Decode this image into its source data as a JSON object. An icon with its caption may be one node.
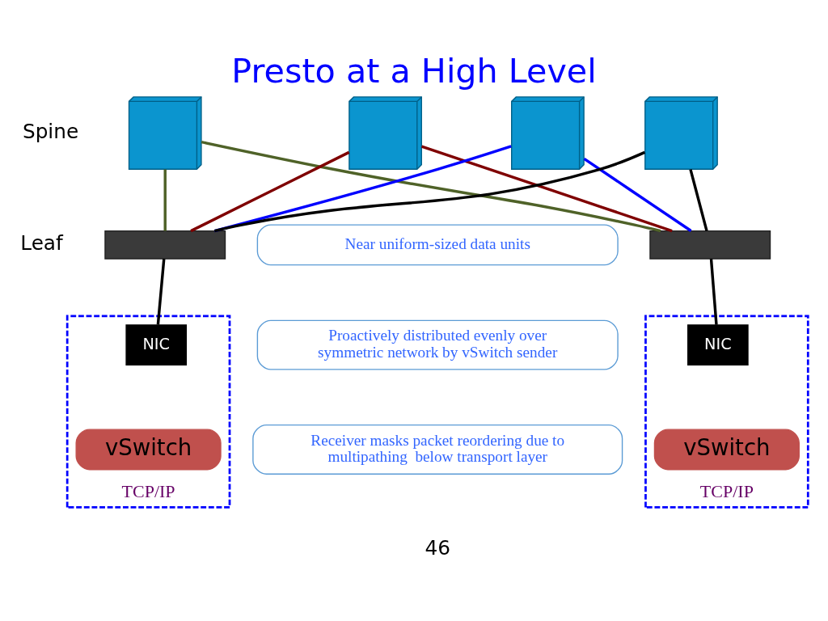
{
  "diagram": {
    "title": "Presto at a High Level",
    "nodes": [
      {
        "text": [],
        "shape": "picture"
      },
      {
        "text": [],
        "shape": "picture"
      },
      {
        "text": [],
        "shape": "picture"
      },
      {
        "text": [],
        "shape": "picture"
      },
      {
        "text": [],
        "shape": "box"
      },
      {
        "text": [
          "Near uniform-sized data units"
        ]
      },
      {
        "text": [],
        "shape": "box"
      },
      {
        "text": [
          "TCP/IP"
        ]
      },
      {
        "text": [
          "NIC"
        ],
        "in": 7
      },
      {
        "text": [
          "vSwitch"
        ],
        "in": 7
      },
      {
        "text": [
          "Proactively distributed evenly over symmetric network by vSwitch sender"
        ]
      },
      {
        "text": [
          "TCP/IP"
        ]
      },
      {
        "text": [
          "NIC"
        ],
        "in": 11
      },
      {
        "text": [
          "vSwitch"
        ],
        "in": 11
      },
      {
        "text": [
          "Receiver masks packet reordering due to multipathing  below transport layer"
        ]
      }
    ],
    "edges": [
      {
        "from": 0,
        "to": 4,
        "arrow": "none",
        "color": "#4f6228"
      },
      {
        "from": 0,
        "to": 6,
        "arrow": "none",
        "color": "#4f6228"
      },
      {
        "from": 1,
        "to": 4,
        "arrow": "none",
        "color": "#7f0000"
      },
      {
        "from": 1,
        "to": 6,
        "arrow": "none",
        "color": "#7f0000"
      },
      {
        "from": 2,
        "to": 4,
        "arrow": "none",
        "color": "#0000ff"
      },
      {
        "from": 2,
        "to": 6,
        "arrow": "none",
        "color": "#0000ff"
      },
      {
        "from": 3,
        "to": 4,
        "arrow": "none",
        "color": "#000000"
      },
      {
        "from": 3,
        "to": 6,
        "arrow": "none",
        "color": "#000000"
      },
      {
        "from": 4,
        "to": 8,
        "arrow": "none"
      },
      {
        "from": 6,
        "to": 12,
        "arrow": "none"
      }
    ],
    "labels": [
      "Spine",
      "Leaf",
      "46"
    ]
  }
}
